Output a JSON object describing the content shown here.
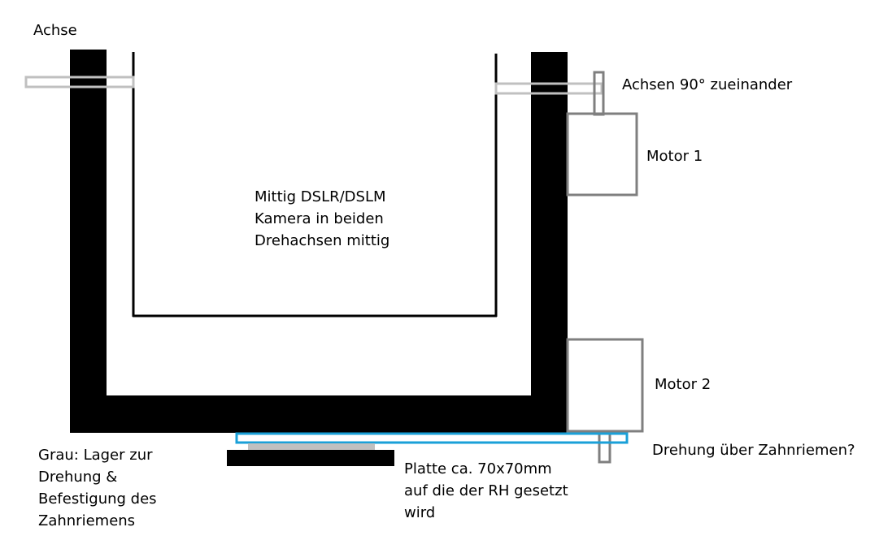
{
  "labels": {
    "axis": "Achse",
    "axes_90": "Achsen 90° zueinander",
    "motor1": "Motor 1",
    "motor2": "Motor 2",
    "center": [
      "Mittig DSLR/DSLM",
      "Kamera in beiden",
      "Drehachsen mittig"
    ],
    "belt": "Drehung über Zahnriemen?",
    "grey_legend": [
      "Grau: Lager zur",
      "Drehung &",
      "Befestigung des",
      "Zahnriemens"
    ],
    "plate": [
      "Platte ca. 70x70mm",
      "auf die der RH gesetzt",
      "wird"
    ]
  },
  "colors": {
    "frame": "#000000",
    "bearing_grey": "#c0c0c0",
    "motor_grey": "#7f7f7f",
    "plate_blue": "#1aa0d8",
    "background": "#ffffff"
  }
}
